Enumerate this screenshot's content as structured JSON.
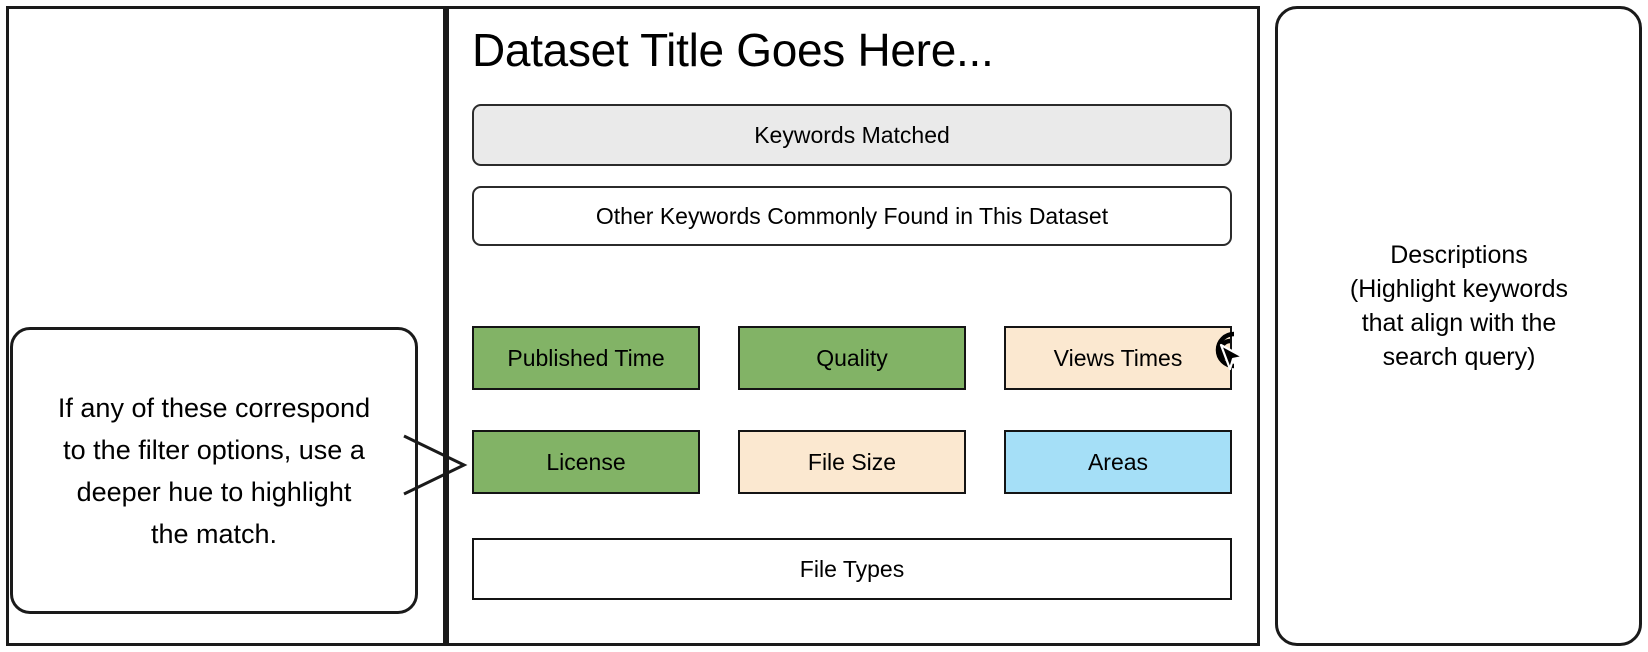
{
  "layout": {
    "panels": [
      {
        "name": "filters-panel",
        "label": ""
      },
      {
        "name": "result-panel",
        "label": ""
      },
      {
        "name": "details-panel",
        "label": ""
      }
    ]
  },
  "result": {
    "title": "Dataset Title Goes Here...",
    "keywords_matched_label": "Keywords Matched",
    "other_keywords_label": "Other Keywords Commonly Found in This Dataset",
    "file_types_label": "File Types",
    "facets": [
      {
        "label": "Published Time",
        "color_key": "green",
        "color": "#82b366"
      },
      {
        "label": "Quality",
        "color_key": "green",
        "color": "#82b366"
      },
      {
        "label": "Views Times",
        "color_key": "cream",
        "color": "#fbe8d0"
      },
      {
        "label": "License",
        "color_key": "green",
        "color": "#82b366"
      },
      {
        "label": "File Size",
        "color_key": "cream",
        "color": "#fbe8d0"
      },
      {
        "label": "Areas",
        "color_key": "blue",
        "color": "#a5dff7"
      }
    ]
  },
  "callout": {
    "text": "If any of these correspond\nto the filter options, use a\ndeeper hue to highlight\nthe match."
  },
  "details": {
    "text": "Descriptions\n(Highlight keywords\nthat align with the\nsearch query)"
  },
  "icons": {
    "click_cursor": "click-cursor-icon"
  },
  "colors": {
    "highlight_green": "#82b366",
    "neutral_cream": "#fbe8d0",
    "accent_blue": "#a5dff7",
    "chip_border": "#141414",
    "panel_border": "#1a1a1a",
    "keywords_matched_fill": "#eaeaea"
  }
}
